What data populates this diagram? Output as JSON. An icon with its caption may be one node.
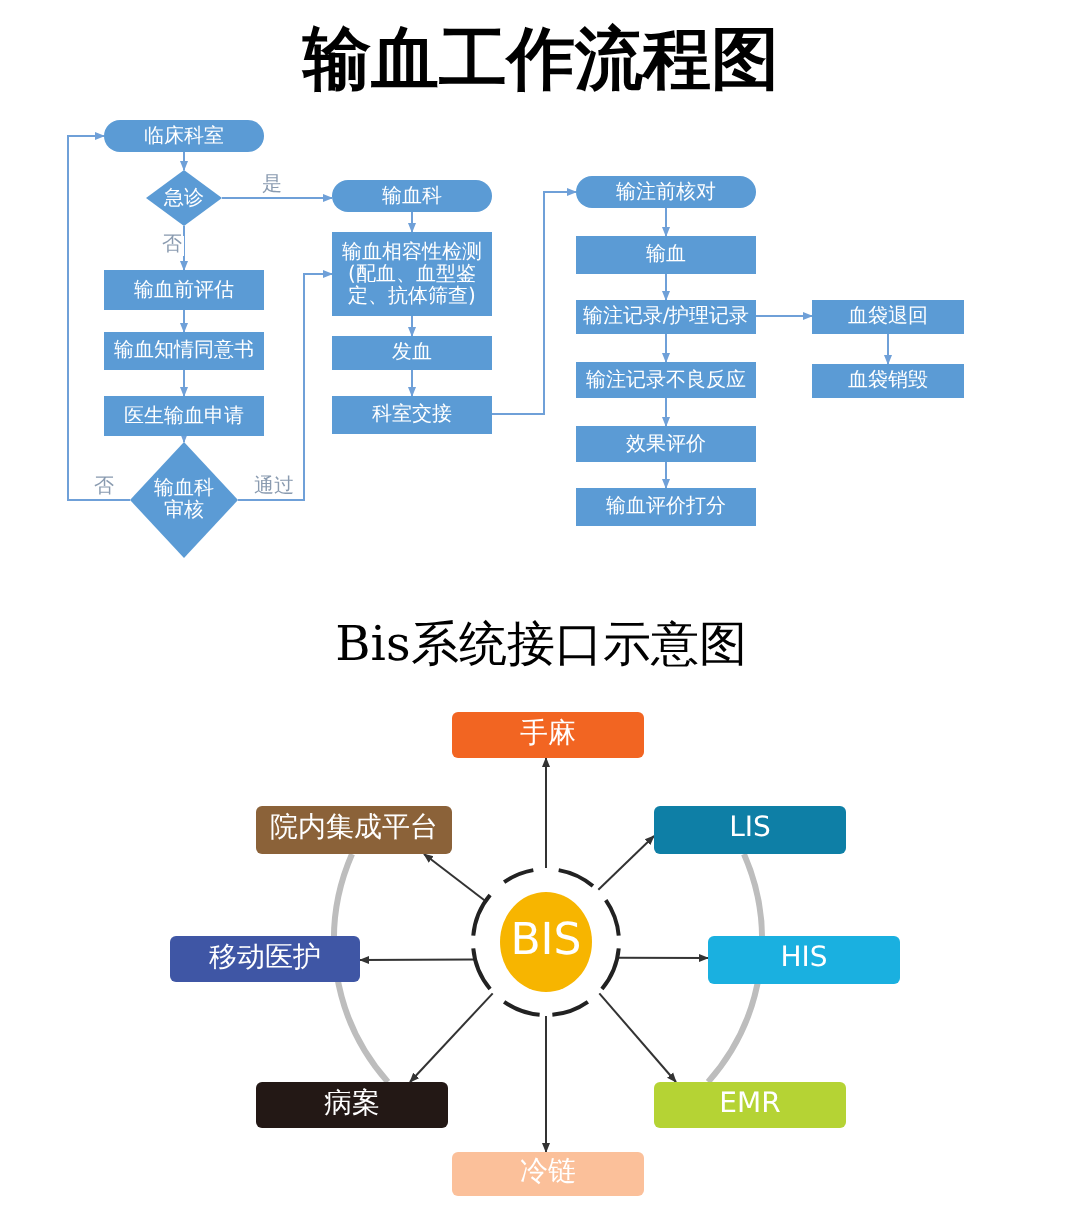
{
  "diagram": {
    "title": "输血工作流程图",
    "nodes": [
      {
        "text": [
          "临床科室"
        ]
      },
      {
        "text": [
          "急诊"
        ]
      },
      {
        "text": [
          "输血科"
        ]
      },
      {
        "text": [
          "输血前评估"
        ]
      },
      {
        "text": [
          "输血知情同意书"
        ]
      },
      {
        "text": [
          "医生输血申请"
        ]
      },
      {
        "text": [
          "输血科审核"
        ]
      },
      {
        "text": [
          "输血相容性检测",
          "(配血、血型鉴定、抗体筛查)"
        ]
      },
      {
        "text": [
          "发血"
        ]
      },
      {
        "text": [
          "科室交接"
        ]
      },
      {
        "text": [
          "输注前核对"
        ]
      },
      {
        "text": [
          "输血"
        ]
      },
      {
        "text": [
          "输注记录/护理记录"
        ]
      },
      {
        "text": [
          "输注记录不良反应"
        ]
      },
      {
        "text": [
          "效果评价"
        ]
      },
      {
        "text": [
          "输血评价打分"
        ]
      },
      {
        "text": [
          "血袋退回"
        ]
      },
      {
        "text": [
          "血袋销毁"
        ]
      },
      {
        "text": [
          "BIS"
        ]
      },
      {
        "text": [
          "手麻"
        ]
      },
      {
        "text": [
          "院内集成平台"
        ]
      },
      {
        "text": [
          "LIS"
        ]
      },
      {
        "text": [
          "移动医护"
        ]
      },
      {
        "text": [
          "HIS"
        ]
      },
      {
        "text": [
          "病案"
        ]
      },
      {
        "text": [
          "EMR"
        ]
      },
      {
        "text": [
          "冷链"
        ]
      }
    ],
    "edges": [
      {
        "from": 0,
        "to": 1,
        "arrow": "to"
      },
      {
        "from": 1,
        "to": 2,
        "arrow": "to",
        "label": "是"
      },
      {
        "from": 1,
        "to": 3,
        "arrow": "to",
        "label": "否"
      },
      {
        "from": 3,
        "to": 4,
        "arrow": "to"
      },
      {
        "from": 4,
        "to": 5,
        "arrow": "to"
      },
      {
        "from": 5,
        "to": 6,
        "arrow": "to"
      },
      {
        "from": 6,
        "to": 0,
        "arrow": "to",
        "label": "否"
      },
      {
        "from": 6,
        "to": 7,
        "arrow": "to",
        "label": "通过"
      },
      {
        "from": 2,
        "to": 7,
        "arrow": "to"
      },
      {
        "from": 7,
        "to": 8,
        "arrow": "to"
      },
      {
        "from": 8,
        "to": 9,
        "arrow": "to"
      },
      {
        "from": 9,
        "to": 10,
        "arrow": "to"
      },
      {
        "from": 10,
        "to": 11,
        "arrow": "to"
      },
      {
        "from": 11,
        "to": 12,
        "arrow": "to"
      },
      {
        "from": 12,
        "to": 13,
        "arrow": "to"
      },
      {
        "from": 13,
        "to": 14,
        "arrow": "to"
      },
      {
        "from": 14,
        "to": 15,
        "arrow": "to"
      },
      {
        "from": 12,
        "to": 16,
        "arrow": "to"
      },
      {
        "from": 16,
        "to": 17,
        "arrow": "to"
      },
      {
        "from": 18,
        "to": 19,
        "arrow": "to",
        "color": "#333333"
      },
      {
        "from": 18,
        "to": 20,
        "arrow": "to",
        "color": "#333333"
      },
      {
        "from": 18,
        "to": 21,
        "arrow": "to",
        "color": "#333333"
      },
      {
        "from": 18,
        "to": 22,
        "arrow": "to",
        "color": "#333333"
      },
      {
        "from": 18,
        "to": 23,
        "arrow": "to",
        "color": "#333333"
      },
      {
        "from": 18,
        "to": 24,
        "arrow": "to",
        "color": "#333333"
      },
      {
        "from": 18,
        "to": 25,
        "arrow": "to",
        "color": "#333333"
      },
      {
        "from": 18,
        "to": 26,
        "arrow": "to",
        "color": "#333333"
      }
    ],
    "labels": [
      "Bis系统接口示意图"
    ]
  }
}
